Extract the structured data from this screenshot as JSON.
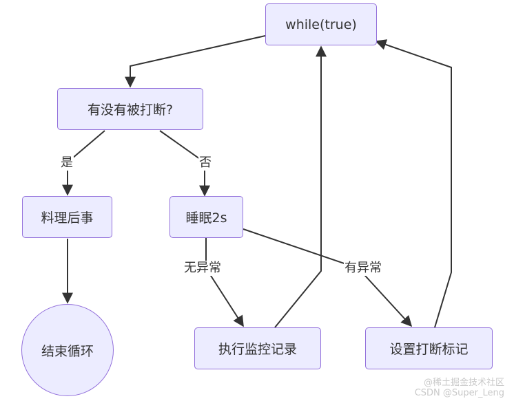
{
  "nodes": {
    "loop": "while(true)",
    "check": "有没有被打断?",
    "cleanup": "料理后事",
    "sleep": "睡眠2s",
    "end_loop": "结束循环",
    "monitor": "执行监控记录",
    "set_flag": "设置打断标记"
  },
  "edge_labels": {
    "yes": "是",
    "no": "否",
    "no_exception": "无异常",
    "has_exception": "有异常"
  },
  "watermark": {
    "line1": "@稀土掘金技术社区",
    "line2": "CSDN @Super_Leng"
  },
  "colors": {
    "node_fill": "#ECECFF",
    "node_border": "#9370DB",
    "edge": "#333333"
  }
}
